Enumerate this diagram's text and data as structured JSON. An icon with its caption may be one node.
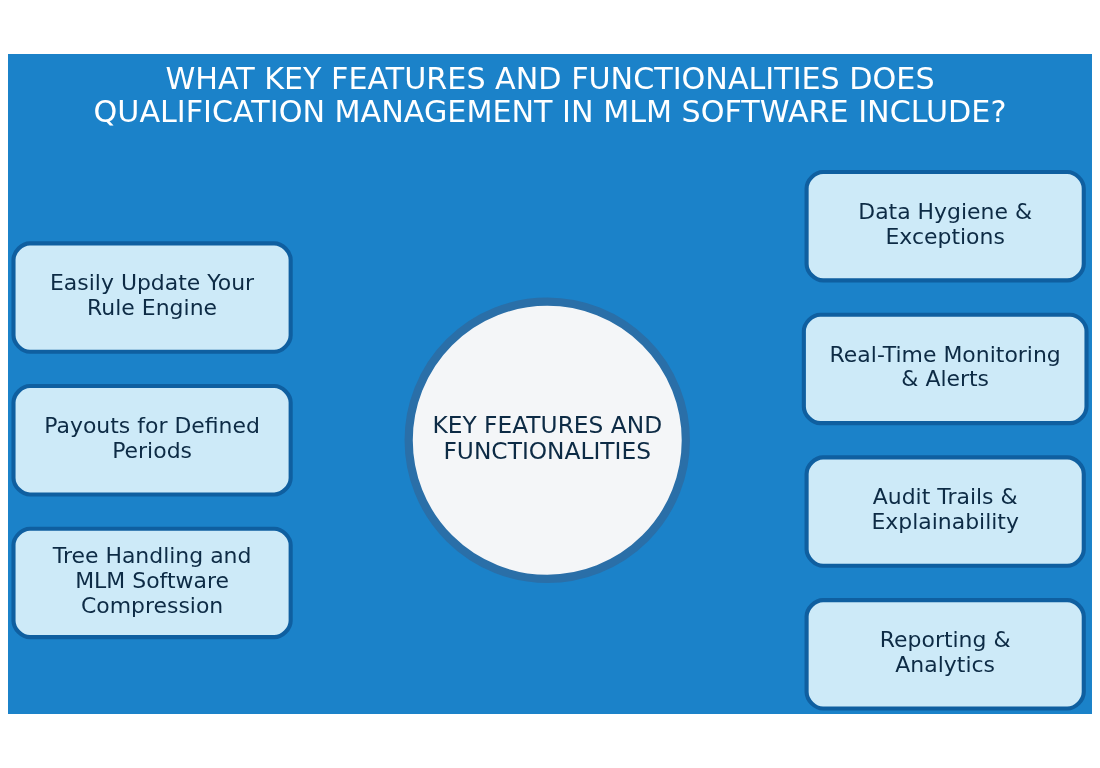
{
  "diagram": {
    "title": "WHAT KEY FEATURES AND FUNCTIONALITIES DOES QUALIFICATION MANAGEMENT IN MLM SOFTWARE INCLUDE?",
    "nodes": [
      {
        "text": [
          "KEY FEATURES AND FUNCTIONALITIES"
        ]
      },
      {
        "text": [
          "Easily Update Your Rule Engine"
        ]
      },
      {
        "text": [
          "Payouts for Defined Periods"
        ]
      },
      {
        "text": [
          "Tree Handling and MLM Software Compression"
        ]
      },
      {
        "text": [
          "Data Hygiene & Exceptions"
        ]
      },
      {
        "text": [
          "Real-Time Monitoring & Alerts"
        ]
      },
      {
        "text": [
          "Audit Trails & Explainability"
        ]
      },
      {
        "text": [
          "Reporting & Analytics"
        ]
      }
    ]
  }
}
